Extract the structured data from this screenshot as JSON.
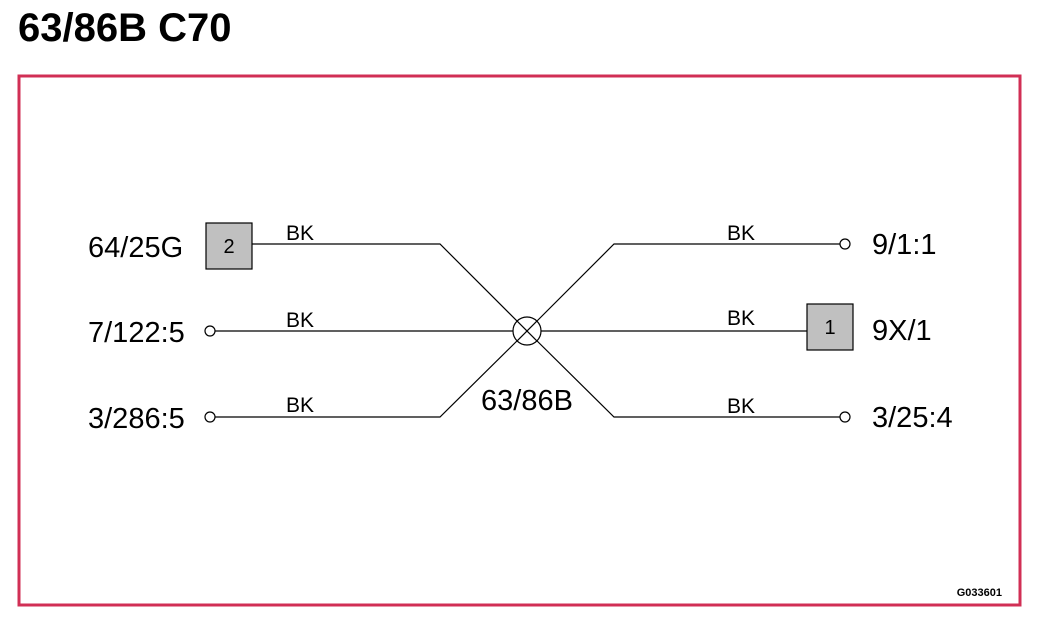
{
  "title": "63/86B C70",
  "frame_color": "#d12f55",
  "splice": {
    "label": "63/86B"
  },
  "left_connectors": [
    {
      "id": "64/25G",
      "type": "box",
      "box_number": "2",
      "wire_color": "BK"
    },
    {
      "id": "7/122:5",
      "type": "pin",
      "wire_color": "BK"
    },
    {
      "id": "3/286:5",
      "type": "pin",
      "wire_color": "BK"
    }
  ],
  "right_connectors": [
    {
      "id": "9/1:1",
      "type": "pin",
      "wire_color": "BK"
    },
    {
      "id": "9X/1",
      "type": "box",
      "box_number": "1",
      "wire_color": "BK"
    },
    {
      "id": "3/25:4",
      "type": "pin",
      "wire_color": "BK"
    }
  ],
  "figure_code": "G033601"
}
